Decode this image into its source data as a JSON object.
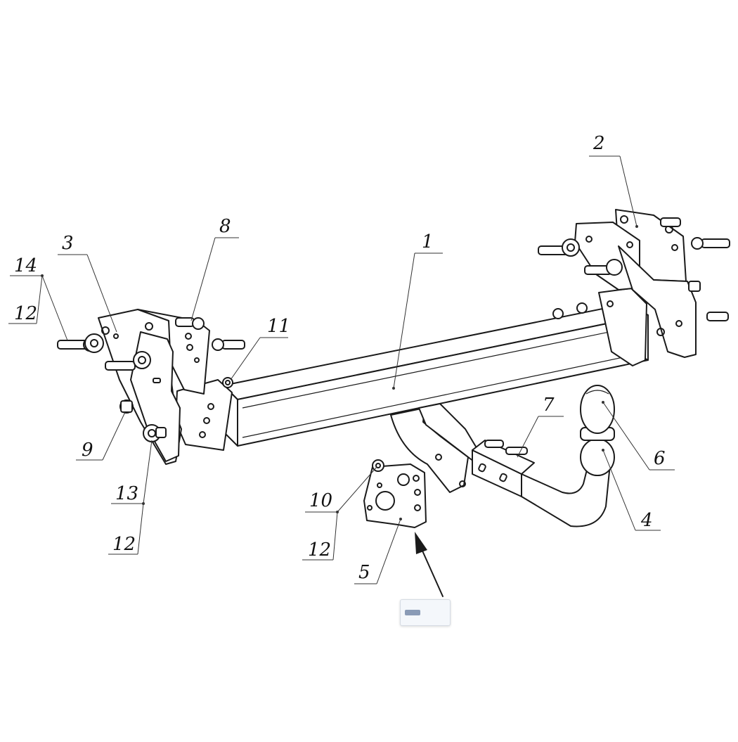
{
  "diagram": {
    "callouts": [
      {
        "id": "c1",
        "label": "1"
      },
      {
        "id": "c2",
        "label": "2"
      },
      {
        "id": "c3",
        "label": "3"
      },
      {
        "id": "c4",
        "label": "4"
      },
      {
        "id": "c5",
        "label": "5"
      },
      {
        "id": "c6",
        "label": "6"
      },
      {
        "id": "c7",
        "label": "7"
      },
      {
        "id": "c8",
        "label": "8"
      },
      {
        "id": "c9",
        "label": "9"
      },
      {
        "id": "c10",
        "label": "10"
      },
      {
        "id": "c11",
        "label": "11"
      },
      {
        "id": "c12a",
        "label": "12"
      },
      {
        "id": "c12b",
        "label": "12"
      },
      {
        "id": "c12c",
        "label": "12"
      },
      {
        "id": "c13",
        "label": "13"
      },
      {
        "id": "c14",
        "label": "14"
      }
    ]
  },
  "colors": {
    "line": "#1a1a1a",
    "background": "#ffffff",
    "badge": "#8a9bb6"
  },
  "icons": {
    "arrow": "arrow-icon",
    "thumbnail": "thumbnail-icon"
  }
}
